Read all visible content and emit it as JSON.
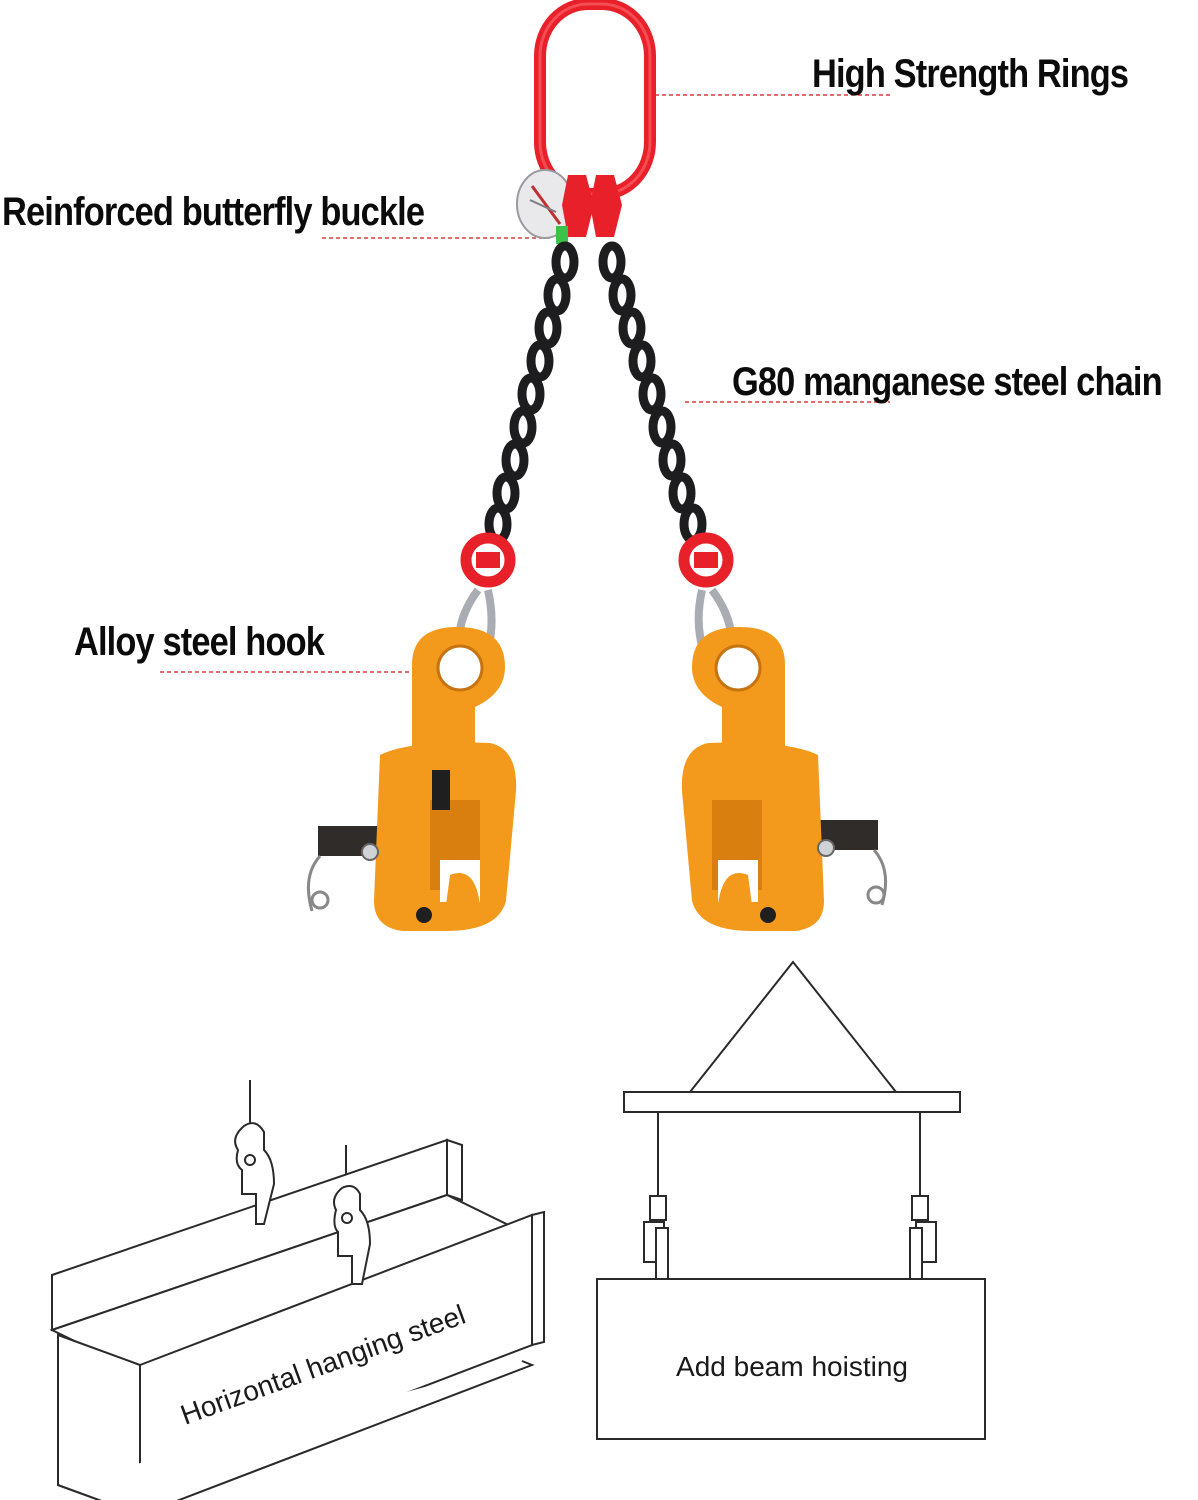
{
  "callouts": {
    "rings": "High Strength Rings",
    "buckle": "Reinforced butterfly buckle",
    "chain": "G80 manganese steel chain",
    "hook": "Alloy steel hook"
  },
  "diagrams": {
    "horizontal": "Horizontal hanging steel",
    "beam": "Add beam hoisting"
  },
  "colors": {
    "ring_red": "#e8202a",
    "clamp_orange": "#f39a1c",
    "chain_black": "#1d1d1f",
    "leader_red": "#d83a3a"
  }
}
